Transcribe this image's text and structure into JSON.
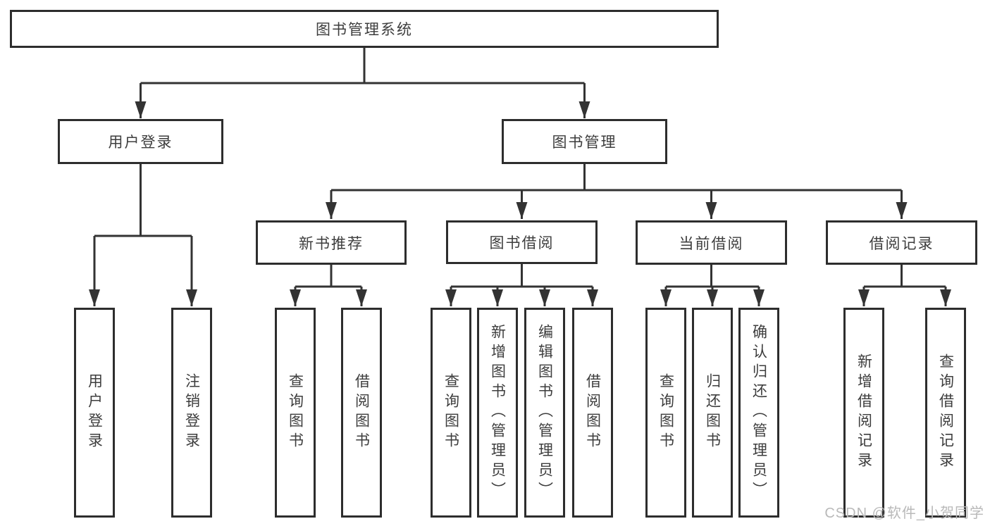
{
  "tree": {
    "root": {
      "label": "图书管理系统",
      "children": [
        {
          "label": "用户登录",
          "children": [
            {
              "label": "用户登录"
            },
            {
              "label": "注销登录"
            }
          ]
        },
        {
          "label": "图书管理",
          "children": [
            {
              "label": "新书推荐",
              "children": [
                {
                  "label": "查询图书"
                },
                {
                  "label": "借阅图书"
                }
              ]
            },
            {
              "label": "图书借阅",
              "children": [
                {
                  "label": "查询图书"
                },
                {
                  "label": "新增图书（管理员）"
                },
                {
                  "label": "编辑图书（管理员）"
                },
                {
                  "label": "借阅图书"
                }
              ]
            },
            {
              "label": "当前借阅",
              "children": [
                {
                  "label": "查询图书"
                },
                {
                  "label": "归还图书"
                },
                {
                  "label": "确认归还（管理员）"
                }
              ]
            },
            {
              "label": "借阅记录",
              "children": [
                {
                  "label": "新增借阅记录"
                },
                {
                  "label": "查询借阅记录"
                }
              ]
            }
          ]
        }
      ]
    }
  },
  "watermark": {
    "text": "CSDN @软件_小贺同学"
  },
  "colors": {
    "line": "#333333",
    "box_border": "#2d2d2d",
    "box_fill": "#ffffff",
    "text": "#3d3d3d",
    "watermark": "#b9b9b9",
    "background": "#ffffff"
  }
}
